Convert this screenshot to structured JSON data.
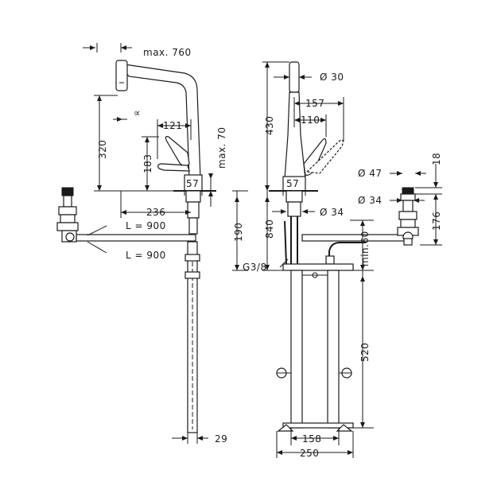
{
  "side_view": {
    "max_reach": "max. 760",
    "height_320": "320",
    "height_183": "183",
    "width_121": "121",
    "max_70": "max. 70",
    "d_57": "57",
    "width_236": "236",
    "hose_top": "L = 900",
    "hose_bottom": "L = 900",
    "width_29": "29",
    "swivel_symbol": "∝"
  },
  "front_view": {
    "d_30": "Ø 30",
    "height_430": "430",
    "width_157": "157",
    "width_110": "110",
    "d_57": "57",
    "d_34": "Ø 34",
    "height_840": "840",
    "height_190": "190",
    "thread": "G3/8",
    "min_60": "min.60",
    "height_520": "520",
    "width_158": "158",
    "width_250": "250"
  },
  "detail_view": {
    "d_47": "Ø 47",
    "d_34": "Ø 34",
    "h_18": "18",
    "h_176": "176"
  }
}
